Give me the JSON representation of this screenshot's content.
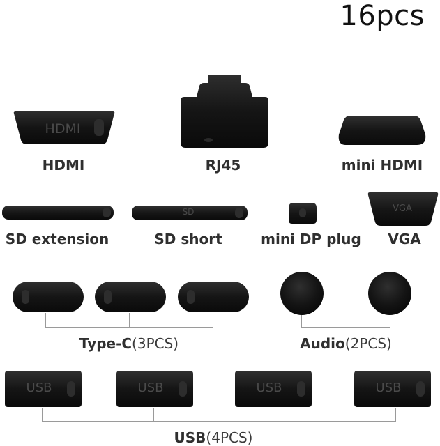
{
  "header": {
    "count": "16pcs"
  },
  "plugs": {
    "hdmi": {
      "label": "HDMI",
      "embossed": "HDMI"
    },
    "rj45": {
      "label": "RJ45"
    },
    "mini_hdmi": {
      "label": "mini HDMI"
    },
    "sd_extension": {
      "label": "SD extension"
    },
    "sd_short": {
      "label": "SD short",
      "embossed": "SD"
    },
    "mini_dp": {
      "label": "mini DP plug"
    },
    "vga": {
      "label": "VGA",
      "embossed": "VGA"
    }
  },
  "groups": {
    "type_c": {
      "name": "Type-C",
      "qty": "(3PCS)"
    },
    "audio": {
      "name": "Audio",
      "qty": "(2PCS)"
    },
    "usb": {
      "name": "USB",
      "qty": "(4PCS)",
      "embossed": "USB"
    }
  },
  "colors": {
    "rubber": "#111111",
    "label_text": "#2f2f2f",
    "bracket_line": "#9a9a9a"
  }
}
